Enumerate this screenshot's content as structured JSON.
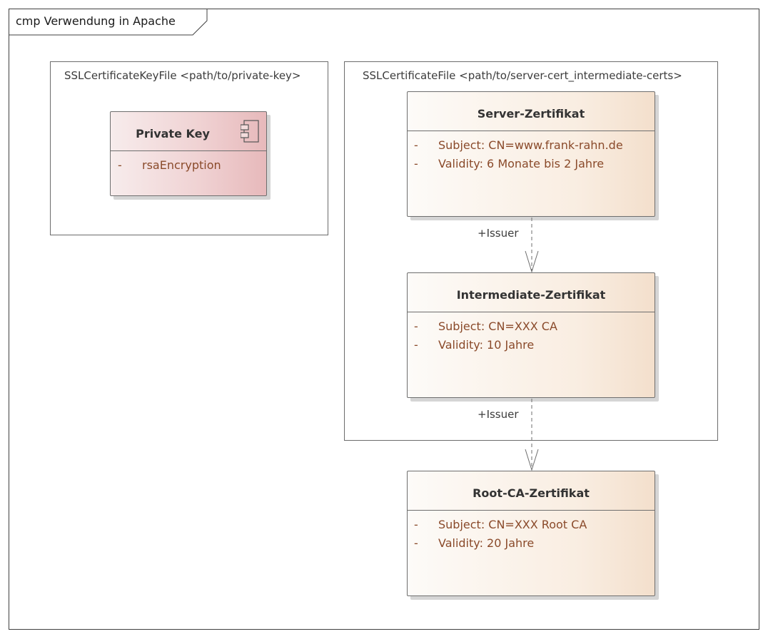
{
  "frame": {
    "title": "cmp Verwendung in Apache"
  },
  "packages": {
    "key_file": {
      "label": "SSLCertificateKeyFile <path/to/private-key>"
    },
    "cert_file": {
      "label": "SSLCertificateFile <path/to/server-cert_intermediate-certs>"
    }
  },
  "private_key": {
    "title": "Private Key",
    "attributes": [
      {
        "dash": "-",
        "text": "rsaEncryption"
      }
    ]
  },
  "server_cert": {
    "title": "Server-Zertifikat",
    "attributes": [
      {
        "dash": "-",
        "text": "Subject: CN=www.frank-rahn.de"
      },
      {
        "dash": "-",
        "text": "Validity: 6 Monate bis 2 Jahre"
      }
    ]
  },
  "intermediate_cert": {
    "title": "Intermediate-Zertifikat",
    "attributes": [
      {
        "dash": "-",
        "text": "Subject: CN=XXX CA"
      },
      {
        "dash": "-",
        "text": "Validity: 10 Jahre"
      }
    ]
  },
  "root_cert": {
    "title": "Root-CA-Zertifikat",
    "attributes": [
      {
        "dash": "-",
        "text": "Subject: CN=XXX Root CA"
      },
      {
        "dash": "-",
        "text": "Validity: 20 Jahre"
      }
    ]
  },
  "relations": {
    "server_to_intermediate": {
      "label": "+Issuer"
    },
    "intermediate_to_root": {
      "label": "+Issuer"
    }
  }
}
